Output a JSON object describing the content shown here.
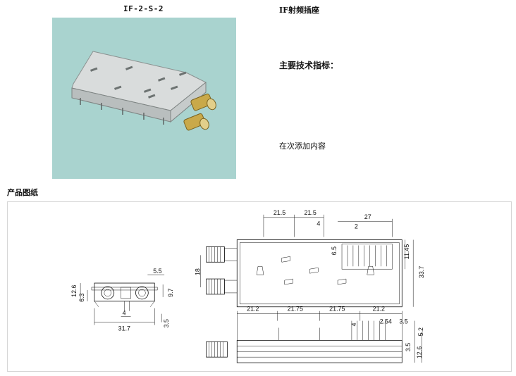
{
  "product": {
    "model": "IF-2-S-2",
    "title": "IF射频插座",
    "spec_heading": "主要技术指标：",
    "spec_content": "在次添加内容",
    "drawing_heading": "产品图纸"
  },
  "drawing": {
    "side_view_dims": [
      "5.5",
      "12.6",
      "6.3",
      "9.7",
      "4",
      "31.7",
      "3.5"
    ],
    "top_view_dims": [
      "21.5",
      "21.5",
      "27",
      "4",
      "2",
      "6.5",
      "11.45",
      "18",
      "33.7"
    ],
    "front_view_dims": [
      "21.2",
      "21.75",
      "21.75",
      "21.2",
      "4",
      "2.54",
      "3.5",
      "5.2",
      "3.5",
      "12.6"
    ]
  },
  "colors": {
    "photo_background": "#a9d3cf",
    "frame_border": "#d6d6d6"
  }
}
